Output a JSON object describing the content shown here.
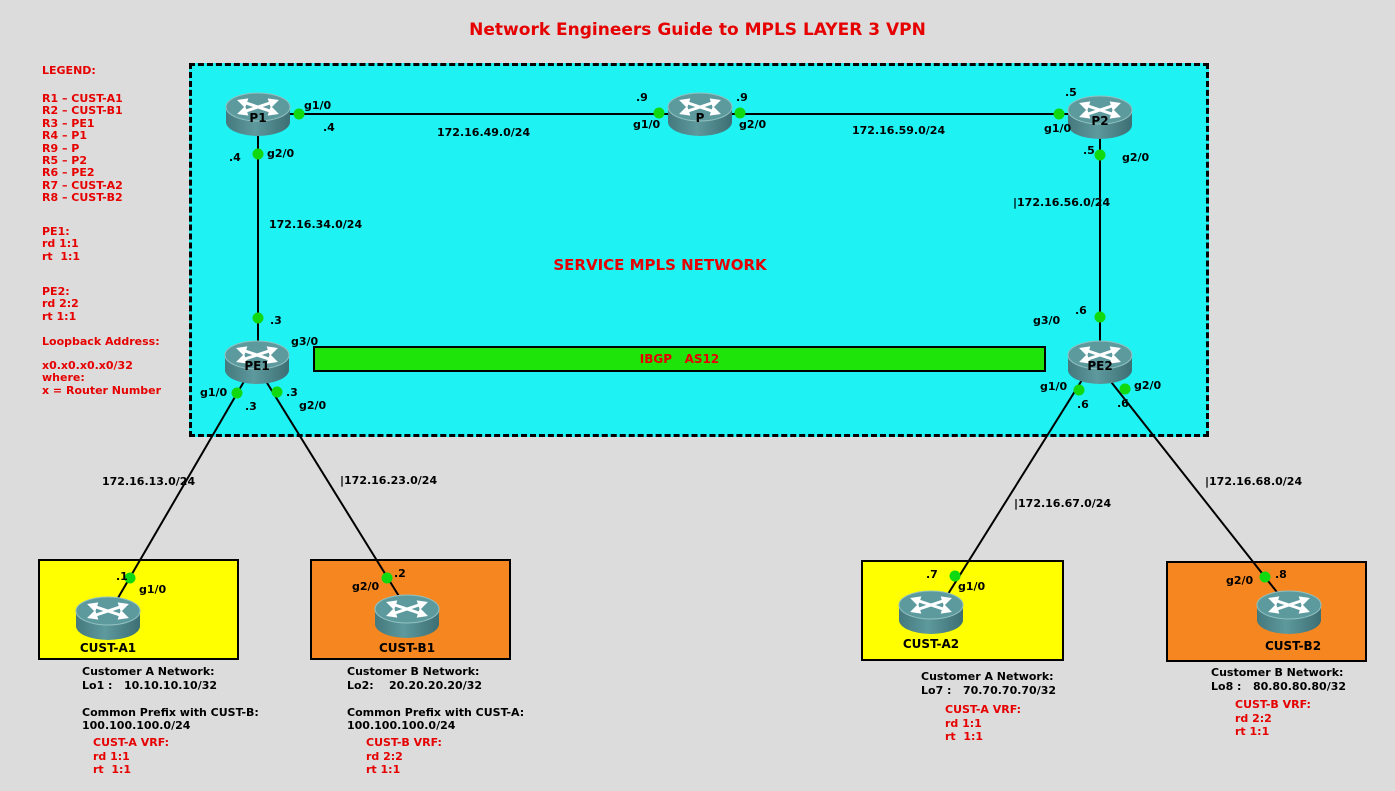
{
  "title": "Network Engineers Guide to MPLS LAYER 3 VPN",
  "legend": {
    "heading": "LEGEND:",
    "items": [
      "R1 – CUST-A1",
      "R2 – CUST-B1",
      "R3 – PE1",
      "R4 – P1",
      "R9 – P",
      "R5 – P2",
      "R6 – PE2",
      "R7 – CUST-A2",
      "R8 – CUST-B2"
    ],
    "pe1_block": "PE1:\nrd 1:1\nrt  1:1",
    "pe2_block": "PE2:\nrd 2:2\nrt 1:1",
    "loopback_heading": "Loopback Address:",
    "loopback_block": "x0.x0.x0.x0/32\nwhere:\nx = Router Number"
  },
  "core": {
    "service_label": "SERVICE MPLS NETWORK",
    "ibgp_label": "IBGP   AS12"
  },
  "routers": {
    "p1": "P1",
    "p": "P",
    "p2": "P2",
    "pe1": "PE1",
    "pe2": "PE2",
    "cust_a1": "CUST-A1",
    "cust_b1": "CUST-B1",
    "cust_a2": "CUST-A2",
    "cust_b2": "CUST-B2"
  },
  "links": {
    "p1_p": {
      "network": "172.16.49.0/24",
      "p1_if": "g1/0",
      "p1_ip": ".4",
      "p_if": "g1/0",
      "p_ip": ".9"
    },
    "p_p2": {
      "network": "172.16.59.0/24",
      "p_if": "g2/0",
      "p_ip": ".9",
      "p2_if": "g1/0",
      "p2_ip": ".5"
    },
    "p1_pe1": {
      "network": "172.16.34.0/24",
      "p1_if": "g2/0",
      "p1_ip": ".4",
      "pe1_if": "g3/0",
      "pe1_ip": ".3"
    },
    "p2_pe2": {
      "network": "|172.16.56.0/24",
      "p2_if": "g2/0",
      "p2_ip": ".5",
      "pe2_if": "g3/0",
      "pe2_ip": ".6"
    },
    "pe1_cust_a1": {
      "network": "172.16.13.0/24",
      "pe1_if": "g1/0",
      "pe1_ip": ".3",
      "cust_if": "g1/0",
      "cust_ip": ".1"
    },
    "pe1_cust_b1": {
      "network": "|172.16.23.0/24",
      "pe1_if": "g2/0",
      "pe1_ip": ".3",
      "cust_if": "g2/0",
      "cust_ip": ".2"
    },
    "pe2_cust_a2": {
      "network": "|172.16.67.0/24",
      "pe2_if": "g1/0",
      "pe2_ip": ".6",
      "cust_if": "g1/0",
      "cust_ip": ".7"
    },
    "pe2_cust_b2": {
      "network": "|172.16.68.0/24",
      "pe2_if": "g2/0",
      "pe2_ip": ".6",
      "cust_if": "g2/0",
      "cust_ip": ".8"
    }
  },
  "notes": {
    "cust_a1": {
      "info": "Customer A Network:\nLo1 :   10.10.10.10/32\n\nCommon Prefix with CUST-B:\n100.100.100.0/24",
      "vrf": "CUST-A VRF:\nrd 1:1\nrt  1:1"
    },
    "cust_b1": {
      "info": "Customer B Network:\nLo2:    20.20.20.20/32\n\nCommon Prefix with CUST-A:\n100.100.100.0/24",
      "vrf": "CUST-B VRF:\nrd 2:2\nrt 1:1"
    },
    "cust_a2": {
      "info": "Customer A Network:\nLo7 :   70.70.70.70/32",
      "vrf": "CUST-A VRF:\nrd 1:1\nrt  1:1"
    },
    "cust_b2": {
      "info": "Customer B Network:\nLo8 :   80.80.80.80/32",
      "vrf": "CUST-B VRF:\nrd 2:2\nrt 1:1"
    }
  },
  "colors": {
    "background": "#dcdcdc",
    "cloud_fill": "#1ef2f2",
    "ibgp_bar": "#1fe40a",
    "site_a_fill": "#ffff00",
    "site_b_fill": "#f6861f",
    "accent_red": "#e60000",
    "connector_dot": "#10d910"
  }
}
